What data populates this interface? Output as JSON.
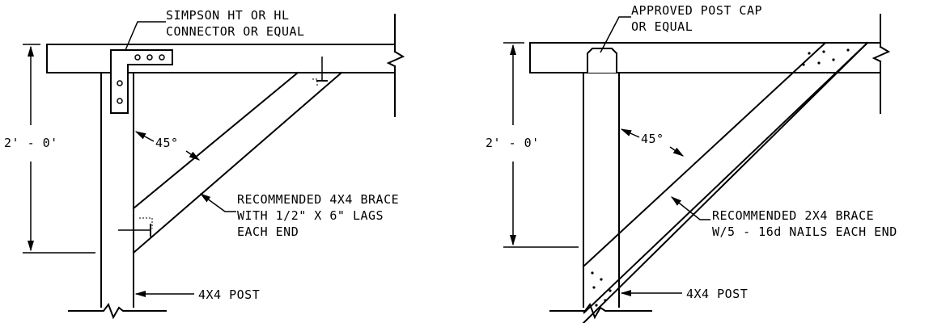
{
  "left_detail": {
    "connector_note": [
      "SIMPSON HT OR HL",
      "CONNECTOR OR EQUAL"
    ],
    "height_dim": "2' - 0'",
    "angle": "45°",
    "brace_note": [
      "RECOMMENDED 4X4 BRACE",
      "WITH 1/2\" X 6\" LAGS",
      "EACH END"
    ],
    "post_note": "4X4 POST"
  },
  "right_detail": {
    "cap_note": [
      "APPROVED POST CAP",
      "OR EQUAL"
    ],
    "height_dim": "2' - 0'",
    "angle": "45°",
    "brace_note": [
      "RECOMMENDED 2X4 BRACE",
      "W/5 - 16d NAILS EACH END"
    ],
    "post_note": "4X4 POST"
  }
}
